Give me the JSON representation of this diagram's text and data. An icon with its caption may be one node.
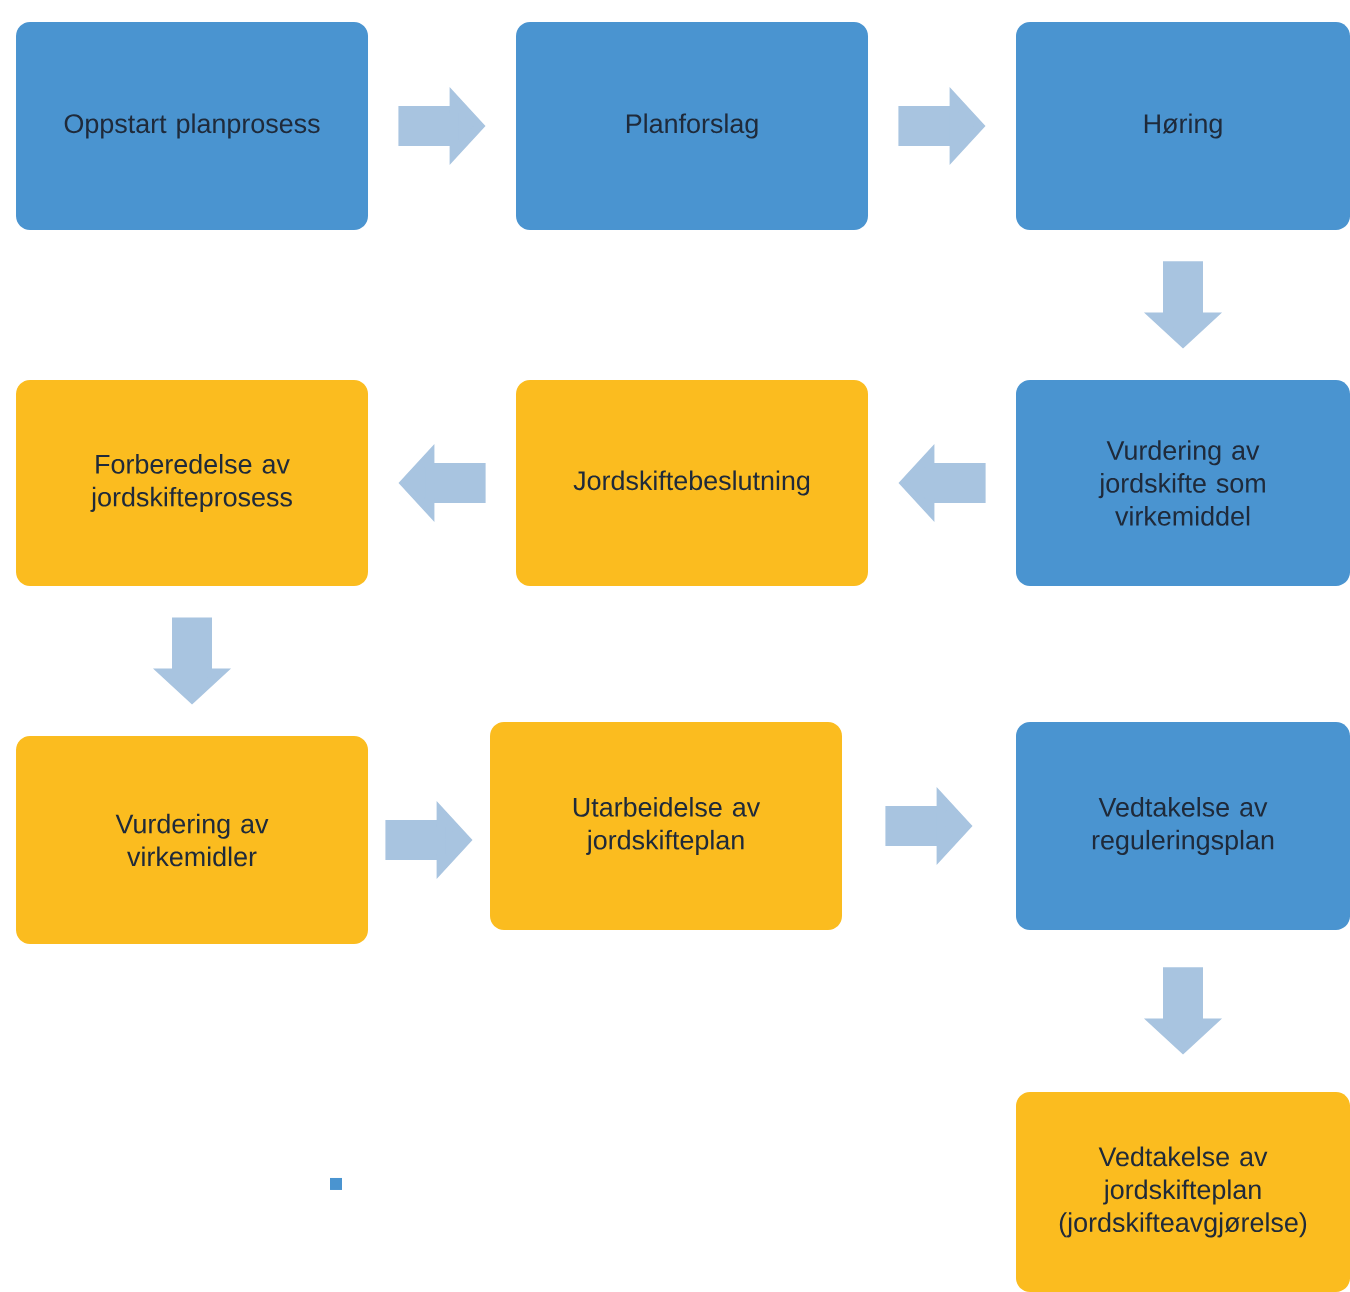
{
  "diagram": {
    "nodes": [
      {
        "text": [
          "Oppstart planprosess"
        ]
      },
      {
        "text": [
          "Planforslag"
        ]
      },
      {
        "text": [
          "Høring"
        ]
      },
      {
        "text": [
          "Vurdering av jordskifte som virkemiddel"
        ]
      },
      {
        "text": [
          "Jordskiftebeslutning"
        ]
      },
      {
        "text": [
          "Forberedelse av jordskifteprosess"
        ]
      },
      {
        "text": [
          "Vurdering av virkemidler"
        ]
      },
      {
        "text": [
          "Utarbeidelse av jordskifteplan"
        ]
      },
      {
        "text": [
          "Vedtakelse av reguleringsplan"
        ]
      },
      {
        "text": [
          "Vedtakelse av jordskifteplan (jordskifteavgjørelse)"
        ]
      }
    ],
    "edges": [
      {
        "from": 0,
        "to": 1,
        "arrow": "to"
      },
      {
        "from": 1,
        "to": 2,
        "arrow": "to"
      },
      {
        "from": 2,
        "to": 3,
        "arrow": "to"
      },
      {
        "from": 3,
        "to": 4,
        "arrow": "to"
      },
      {
        "from": 4,
        "to": 5,
        "arrow": "to"
      },
      {
        "from": 5,
        "to": 6,
        "arrow": "to"
      },
      {
        "from": 6,
        "to": 7,
        "arrow": "to"
      },
      {
        "from": 7,
        "to": 8,
        "arrow": "to"
      },
      {
        "from": 8,
        "to": 9,
        "arrow": "to"
      }
    ]
  }
}
